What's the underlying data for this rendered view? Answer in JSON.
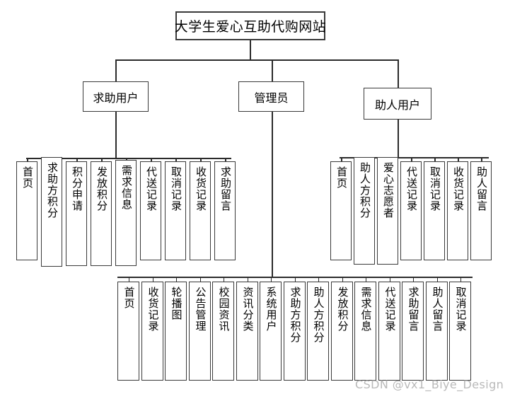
{
  "diagram": {
    "type": "organization-tree",
    "title": "大学生爱心互助代购网站",
    "watermark": "CSDN @vx1_Biye_Design",
    "branches": {
      "requester": {
        "label": "求助用户",
        "items": [
          {
            "label": "首页"
          },
          {
            "label": "求助方积分"
          },
          {
            "label": "积分申请"
          },
          {
            "label": "发放积分"
          },
          {
            "label": "需求信息"
          },
          {
            "label": "代送记录"
          },
          {
            "label": "取消记录"
          },
          {
            "label": "收货记录"
          },
          {
            "label": "求助留言"
          }
        ]
      },
      "admin": {
        "label": "管理员",
        "items": [
          {
            "label": "首页"
          },
          {
            "label": "收货记录"
          },
          {
            "label": "轮播图"
          },
          {
            "label": "公告管理"
          },
          {
            "label": "校园资讯"
          },
          {
            "label": "资讯分类"
          },
          {
            "label": "系统用户"
          },
          {
            "label": "求助方积分"
          },
          {
            "label": "助人方积分"
          },
          {
            "label": "发放积分"
          },
          {
            "label": "需求信息"
          },
          {
            "label": "代送记录"
          },
          {
            "label": "求助留言"
          },
          {
            "label": "助人留言"
          },
          {
            "label": "取消记录"
          }
        ]
      },
      "helper": {
        "label": "助人用户",
        "items": [
          {
            "label": "首页"
          },
          {
            "label": "助人方积分"
          },
          {
            "label": "爱心志愿者"
          },
          {
            "label": "代送记录"
          },
          {
            "label": "取消记录"
          },
          {
            "label": "收货记录"
          },
          {
            "label": "助人留言"
          }
        ]
      }
    },
    "colors": {
      "stroke": "#3a3a3a",
      "line": "#2b2b2b",
      "background": "#ffffff",
      "watermark": "#b9b9b9"
    }
  }
}
